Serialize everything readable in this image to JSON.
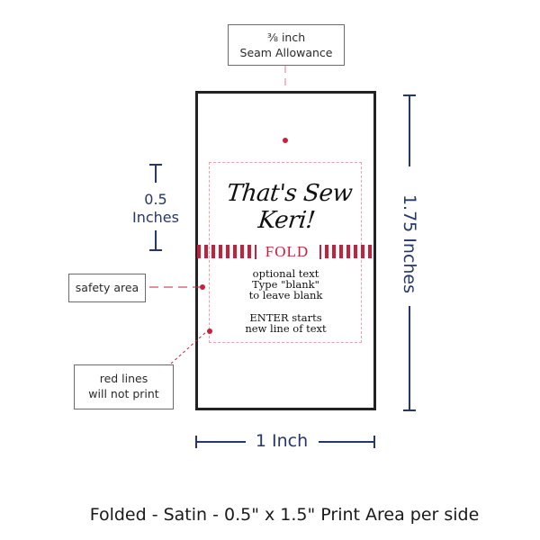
{
  "seam_callout": {
    "line1": "⅜ inch",
    "line2": "Seam Allowance"
  },
  "label": {
    "brand_text": "That's Sew Keri!",
    "fold_text": "FOLD",
    "optional_lines": [
      "optional text",
      "Type \"blank\"",
      "to leave blank"
    ],
    "enter_lines": [
      "ENTER starts",
      "new line of text"
    ]
  },
  "dimensions": {
    "half_inch": {
      "line1": "0.5",
      "line2": "Inches"
    },
    "height": "1.75 Inches",
    "width": "1 Inch"
  },
  "callouts": {
    "safety_area": "safety area",
    "red_lines": {
      "line1": "red lines",
      "line2": "will not print"
    }
  },
  "caption": "Folded - Satin - 0.5\" x 1.5\" Print Area per side",
  "colors": {
    "navy": "#25376b",
    "red": "#c8203a",
    "safety_dash": "#f0a0ac",
    "outline": "#222222"
  }
}
